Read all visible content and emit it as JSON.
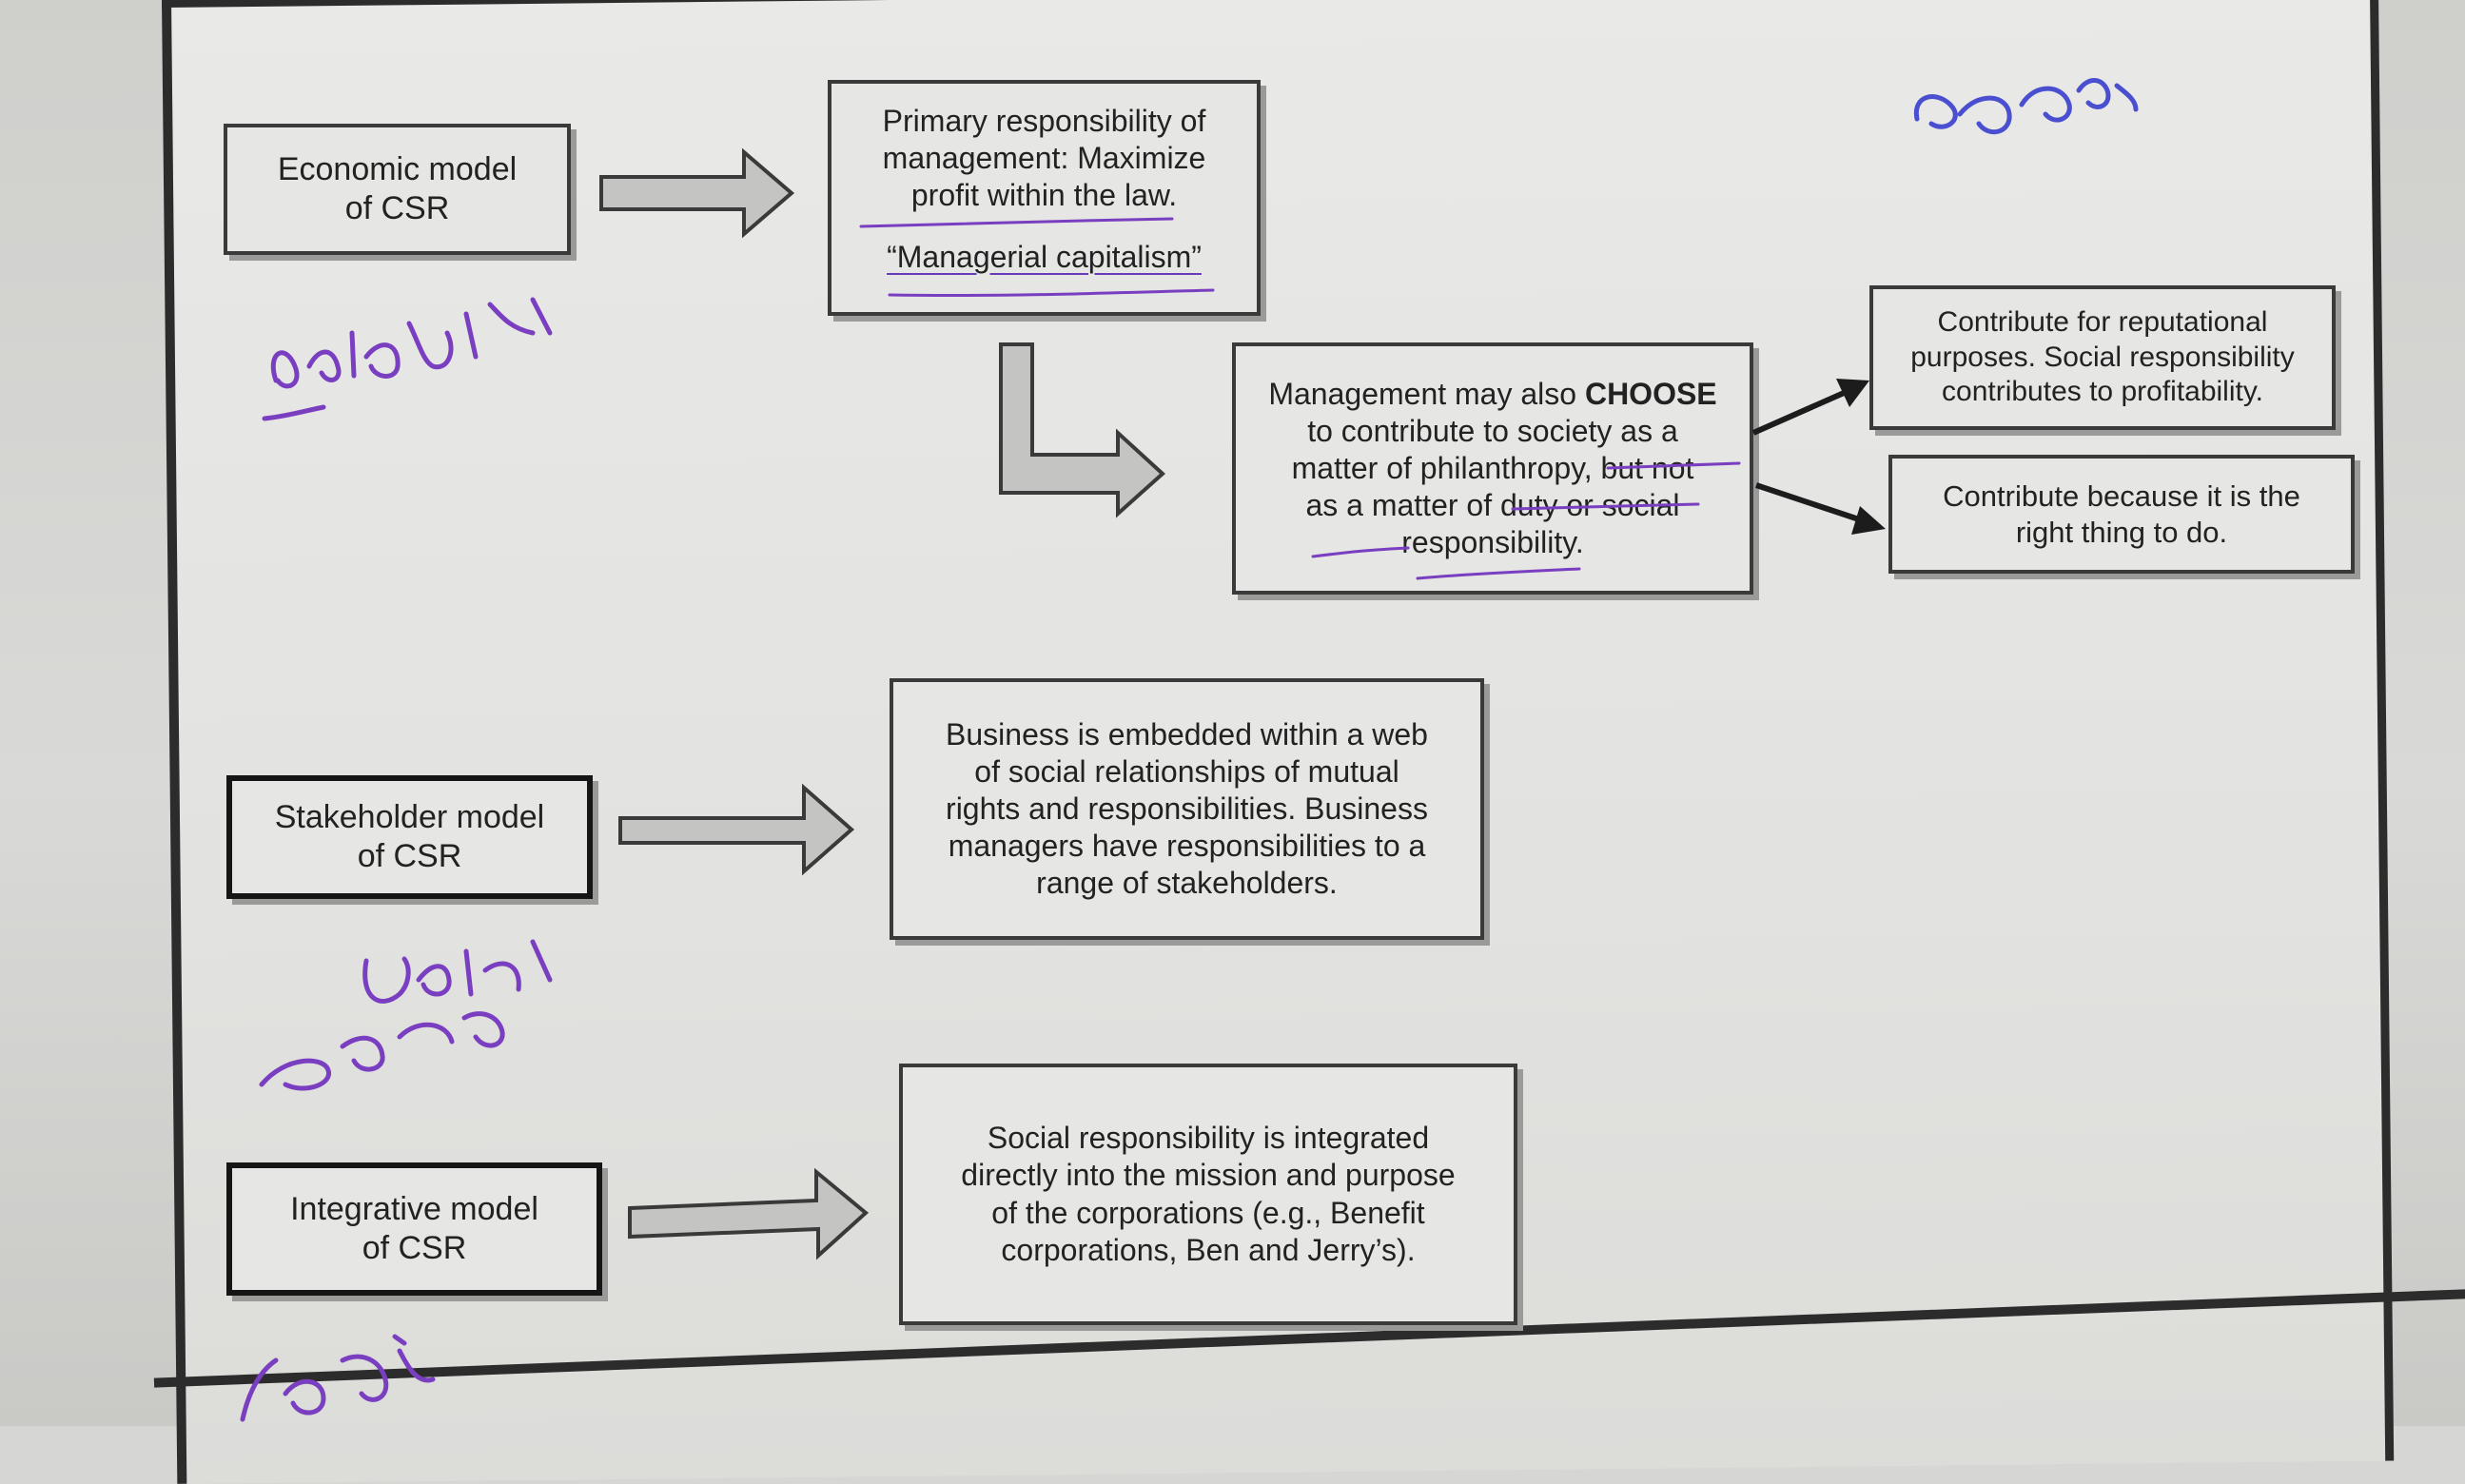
{
  "models": {
    "economic": {
      "label": "Economic model\nof CSR",
      "responsibility": "Primary responsibility of\nmanagement: Maximize\nprofit within the law.",
      "quote": "“Managerial capitalism”",
      "choose": {
        "pre": "Management may also ",
        "bold": "CHOOSE",
        "post": "\nto contribute to society as a\nmatter of philanthropy, but not\nas a matter of duty or social\nresponsibility."
      },
      "reputational": "Contribute for reputational\npurposes. Social responsibility\ncontributes to profitability.",
      "right_thing": "Contribute because it is the\nright thing to do."
    },
    "stakeholder": {
      "label": "Stakeholder model\nof CSR",
      "description": "Business is embedded within a web\nof social relationships of mutual\nrights and responsibilities. Business\nmanagers have responsibilities to a\nrange of stakeholders."
    },
    "integrative": {
      "label": "Integrative model\nof CSR",
      "description": "Social responsibility is integrated\ndirectly into the mission and purpose\nof the corporations (e.g., Benefit\ncorporations, Ben and Jerry’s)."
    }
  },
  "colors": {
    "ink": "#7a3fc0",
    "blue_ink": "#4a4fd0",
    "border": "#3a3a3a",
    "arrow_fill": "#c4c4c2"
  }
}
